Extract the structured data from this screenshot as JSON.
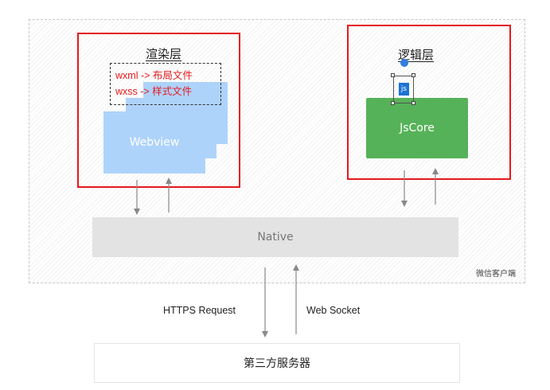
{
  "client": {
    "label": "微信客户端"
  },
  "render_layer": {
    "title": "渲染层",
    "webview_label": "Webview",
    "annotations": [
      "wxml -> 布局文件",
      "wxss -> 样式文件"
    ]
  },
  "logic_layer": {
    "title": "逻辑层",
    "jscore_label": "JsCore",
    "js_badge": "js"
  },
  "native": {
    "label": "Native"
  },
  "links": {
    "https_label": "HTTPS Request",
    "websocket_label": "Web Socket"
  },
  "server": {
    "label": "第三方服务器"
  },
  "colors": {
    "highlight_border": "#e5191d",
    "webview": "#aed3fb",
    "jscore": "#56b258",
    "native": "#e3e3e3",
    "annotation_text": "#e5191d"
  }
}
